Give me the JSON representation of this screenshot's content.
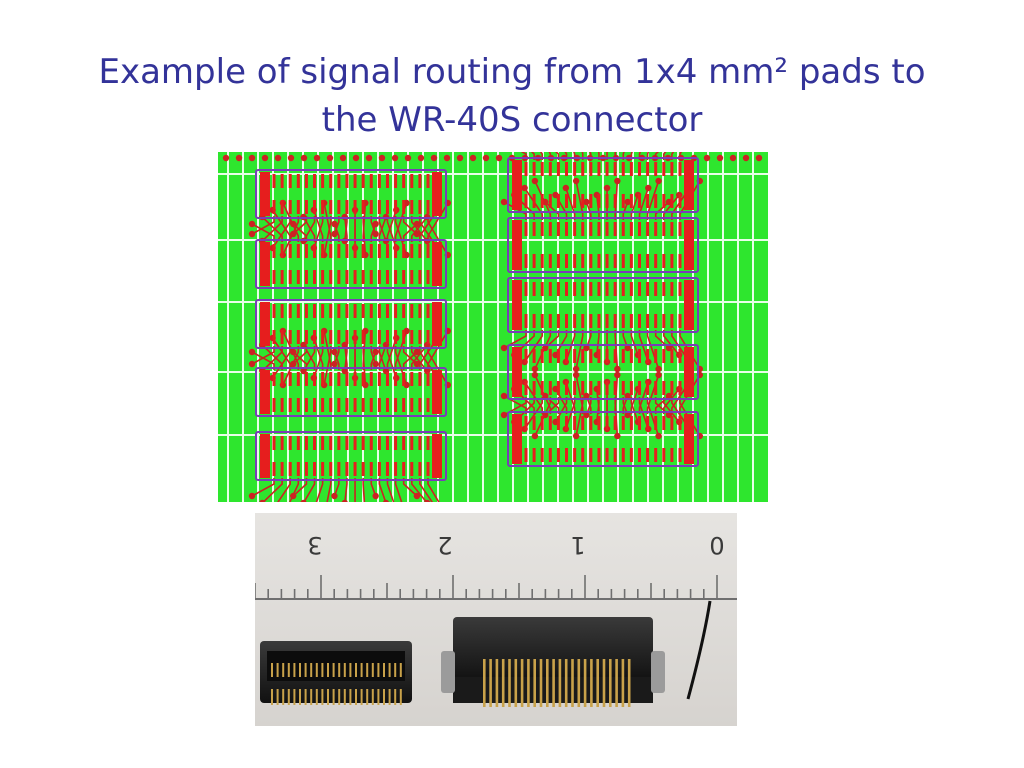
{
  "slide": {
    "title_line1": "Example of signal routing from 1x4 mm² pads to",
    "title_line2": "the WR-40S connector"
  },
  "ruler": {
    "labels": [
      "3",
      "2",
      "1",
      "0"
    ]
  },
  "colors": {
    "title": "#333399",
    "pcb_background": "#2ee62e",
    "pcb_grid": "#e8ffe8",
    "trace": "#cc2222",
    "pad": "#e61e1e",
    "outline": "#7a3db8",
    "connector_body": "#1e1e1e",
    "pin_gold": "#c9a24a",
    "photo_background": "#e2e0dd"
  },
  "icons": {
    "pcb_layout": "pcb-layout-image",
    "connector_photo": "connector-photo-image"
  }
}
